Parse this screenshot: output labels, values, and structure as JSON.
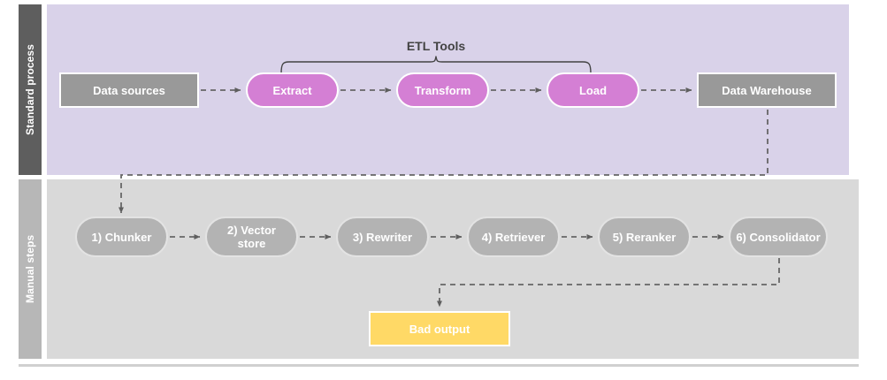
{
  "diagram": {
    "title": "ETL and manual RAG pipeline swimlane diagram",
    "colors": {
      "lane_top_header": "#5e5e5e",
      "lane_top_body": "#d9d2e9",
      "lane_bottom_header": "#b7b7b7",
      "lane_bottom_body": "#d9d9d9",
      "node_gray": "#999999",
      "node_magenta": "#d47fd4",
      "node_pill_gray": "#b3b3b3",
      "node_yellow": "#ffd966",
      "connector": "#666666",
      "bracket": "#434343"
    }
  },
  "lanes": [
    {
      "id": "standard-process",
      "label": "Standard process"
    },
    {
      "id": "manual-steps",
      "label": "Manual steps"
    }
  ],
  "annotations": {
    "etl_bracket_label": "ETL Tools"
  },
  "nodes": {
    "top": [
      {
        "id": "data-sources",
        "label": "Data sources",
        "shape": "rect",
        "style": "gray"
      },
      {
        "id": "extract",
        "label": "Extract",
        "shape": "pill",
        "style": "magenta"
      },
      {
        "id": "transform",
        "label": "Transform",
        "shape": "pill",
        "style": "magenta"
      },
      {
        "id": "load",
        "label": "Load",
        "shape": "pill",
        "style": "magenta"
      },
      {
        "id": "data-warehouse",
        "label": "Data Warehouse",
        "shape": "rect",
        "style": "gray"
      }
    ],
    "bottom": [
      {
        "id": "chunker",
        "label": "1) Chunker",
        "shape": "pill",
        "style": "gray"
      },
      {
        "id": "vector-store",
        "label": "2) Vector store",
        "shape": "pill",
        "style": "gray"
      },
      {
        "id": "rewriter",
        "label": "3) Rewriter",
        "shape": "pill",
        "style": "gray"
      },
      {
        "id": "retriever",
        "label": "4) Retriever",
        "shape": "pill",
        "style": "gray"
      },
      {
        "id": "reranker",
        "label": "5) Reranker",
        "shape": "pill",
        "style": "gray"
      },
      {
        "id": "consolidator",
        "label": "6) Consolidator",
        "shape": "pill",
        "style": "gray"
      }
    ],
    "output": [
      {
        "id": "bad-output",
        "label": "Bad output",
        "shape": "rect",
        "style": "yellow"
      }
    ]
  },
  "edges": [
    {
      "from": "data-sources",
      "to": "extract",
      "style": "dashed-arrow"
    },
    {
      "from": "extract",
      "to": "transform",
      "style": "dashed-arrow"
    },
    {
      "from": "transform",
      "to": "load",
      "style": "dashed-arrow"
    },
    {
      "from": "load",
      "to": "data-warehouse",
      "style": "dashed-arrow"
    },
    {
      "from": "data-warehouse",
      "to": "chunker",
      "style": "dashed-arrow-elbow"
    },
    {
      "from": "chunker",
      "to": "vector-store",
      "style": "dashed-arrow"
    },
    {
      "from": "vector-store",
      "to": "rewriter",
      "style": "dashed-arrow"
    },
    {
      "from": "rewriter",
      "to": "retriever",
      "style": "dashed-arrow"
    },
    {
      "from": "retriever",
      "to": "reranker",
      "style": "dashed-arrow"
    },
    {
      "from": "reranker",
      "to": "consolidator",
      "style": "dashed-arrow"
    },
    {
      "from": "consolidator",
      "to": "bad-output",
      "style": "dashed-arrow-elbow"
    }
  ]
}
